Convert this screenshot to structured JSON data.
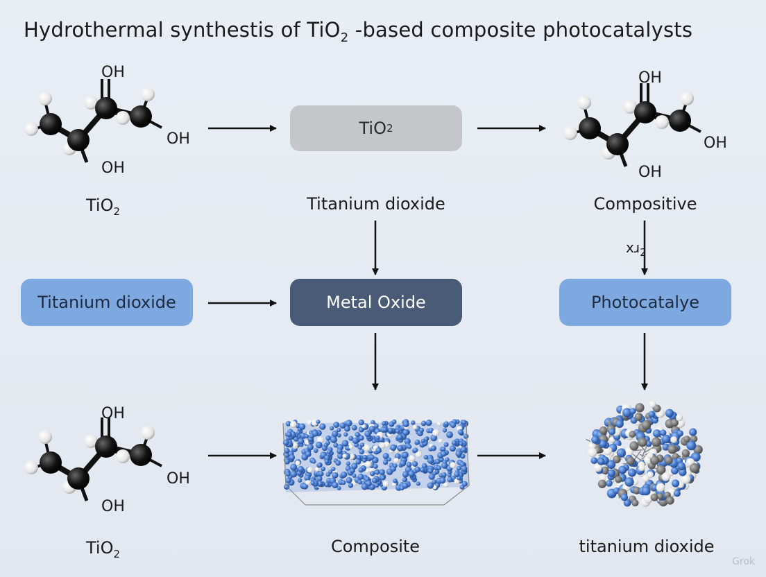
{
  "title": {
    "main": "Hydrothermal synthestis of TiO",
    "sub": "2",
    "rest": " -based composite photocatalysts"
  },
  "labels": {
    "mol_top_left": {
      "main": "TiO",
      "sub": "2"
    },
    "titanium_dioxide_top": "Titanium dioxide",
    "compositive": "Compositive",
    "mol_bottom_left": {
      "main": "TiO",
      "sub": "2"
    },
    "composite": "Composite",
    "titanium_dioxide_bottom": "titanium dioxide",
    "arrow_note": {
      "main": "x",
      "mid": "ɹ",
      "sub": "2"
    }
  },
  "boxes": {
    "tio2": {
      "main": "TiO",
      "sub": "2"
    },
    "titanium_dioxide": "Titanium dioxide",
    "metal_oxide": "Metal Oxide",
    "photocatalye": "Photocatalye"
  },
  "molecule_text": {
    "oh": "OH"
  },
  "watermark": "Grok",
  "colors": {
    "blue_box": "#7ea8e0",
    "dark_box": "#4a5b77",
    "gray_box": "#c4c6c9",
    "sphere_blue": "#3f73c9"
  }
}
